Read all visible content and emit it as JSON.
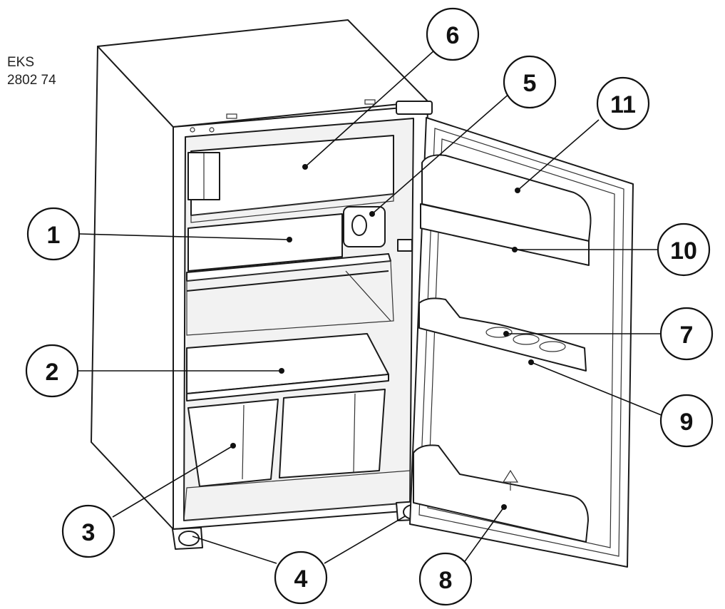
{
  "model": {
    "line1": "EKS",
    "line2": "2802 74"
  },
  "callouts": [
    {
      "id": "1",
      "label": "1"
    },
    {
      "id": "2",
      "label": "2"
    },
    {
      "id": "3",
      "label": "3"
    },
    {
      "id": "4",
      "label": "4"
    },
    {
      "id": "5",
      "label": "5"
    },
    {
      "id": "6",
      "label": "6"
    },
    {
      "id": "7",
      "label": "7"
    },
    {
      "id": "8",
      "label": "8"
    },
    {
      "id": "9",
      "label": "9"
    },
    {
      "id": "10",
      "label": "10"
    },
    {
      "id": "11",
      "label": "11"
    }
  ]
}
